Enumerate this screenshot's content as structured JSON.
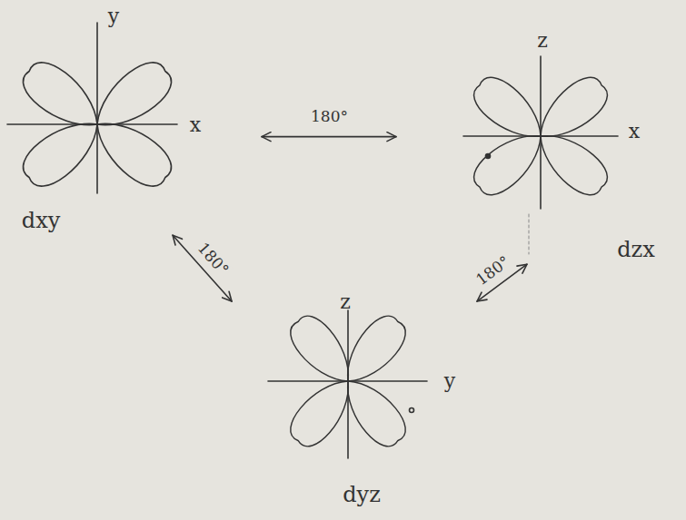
{
  "diagram": {
    "nodes": [
      {
        "text": [
          "y",
          "x",
          "dxy"
        ]
      },
      {
        "text": [
          "z",
          "x",
          "dzx"
        ]
      },
      {
        "text": [
          "z",
          "y",
          "dyz"
        ]
      }
    ],
    "edges": [
      {
        "from": 0,
        "to": 1,
        "label": "180°",
        "arrow": "both"
      },
      {
        "from": 0,
        "to": 2,
        "label": "180°",
        "arrow": "both"
      },
      {
        "from": 1,
        "to": 2,
        "label": "180°",
        "arrow": "both"
      }
    ]
  }
}
